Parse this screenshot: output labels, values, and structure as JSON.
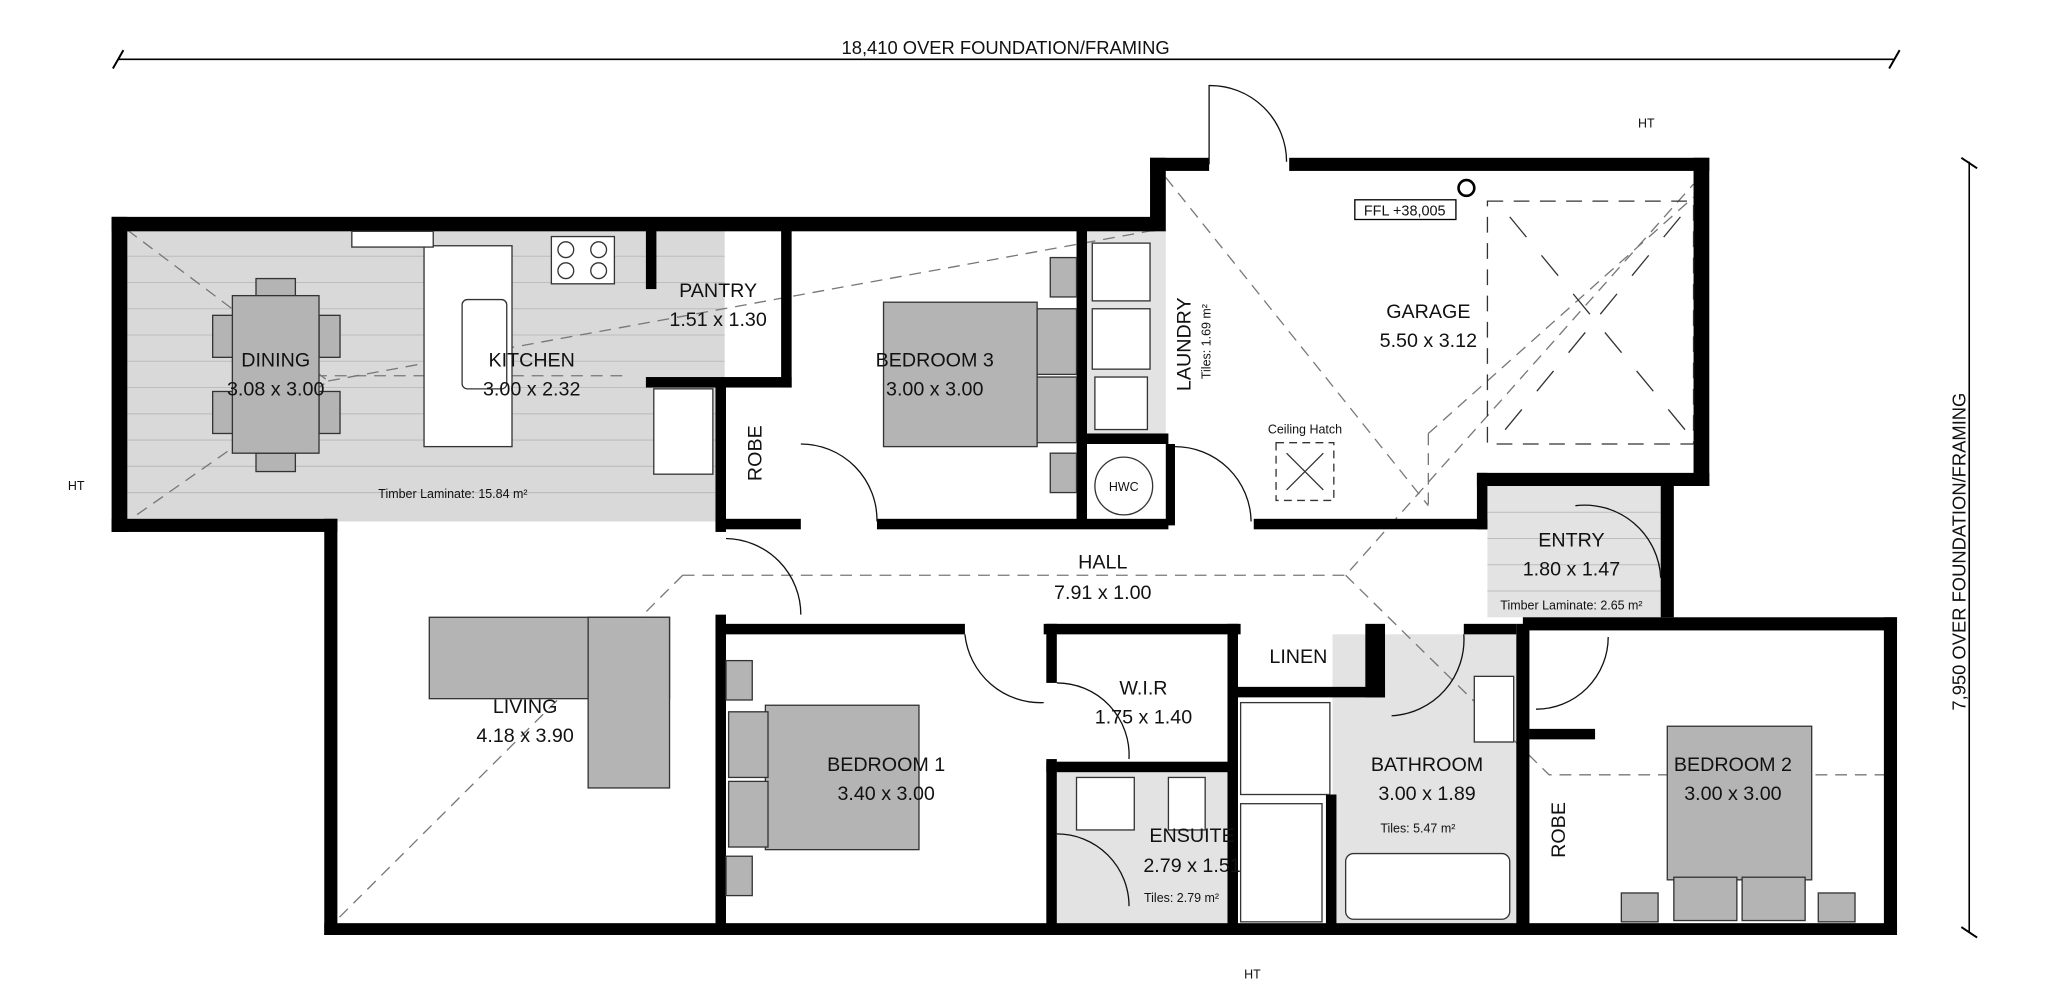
{
  "dimensions": {
    "width": "18,410 OVER FOUNDATION/FRAMING",
    "depth": "7,950 OVER FOUNDATION/FRAMING"
  },
  "rooms": {
    "dining": {
      "name": "DINING",
      "size": "3.08 x 3.00"
    },
    "kitchen": {
      "name": "KITCHEN",
      "size": "3.00 x 2.32"
    },
    "pantry": {
      "name": "PANTRY",
      "size": "1.51 x 1.30"
    },
    "bedroom3": {
      "name": "BEDROOM 3",
      "size": "3.00 x 3.00"
    },
    "laundry": {
      "name": "LAUNDRY",
      "floor": "Tiles: 1.69 m²"
    },
    "garage": {
      "name": "GARAGE",
      "size": "5.50 x 3.12"
    },
    "robe_left": {
      "name": "ROBE"
    },
    "hall": {
      "name": "HALL",
      "size": "7.91 x 1.00"
    },
    "entry": {
      "name": "ENTRY",
      "size": "1.80 x 1.47",
      "floor": "Timber Laminate: 2.65 m²"
    },
    "living": {
      "name": "LIVING",
      "size": "4.18 x 3.90"
    },
    "bedroom1": {
      "name": "BEDROOM 1",
      "size": "3.40 x 3.00"
    },
    "wir": {
      "name": "W.I.R",
      "size": "1.75 x 1.40"
    },
    "linen": {
      "name": "LINEN"
    },
    "ensuite": {
      "name": "ENSUITE",
      "size": "2.79 x 1.51",
      "floor": "Tiles: 2.79 m²"
    },
    "bathroom": {
      "name": "BATHROOM",
      "size": "3.00 x 1.89",
      "floor": "Tiles: 5.47 m²"
    },
    "robe_right": {
      "name": "ROBE"
    },
    "bedroom2": {
      "name": "BEDROOM 2",
      "size": "3.00 x 3.00"
    }
  },
  "annotations": {
    "living_floor": "Timber Laminate: 15.84 m²",
    "ffl": "FFL +38,005",
    "ceiling_hatch": "Ceiling Hatch",
    "hwc": "HWC",
    "ht_left": "HT",
    "ht_top": "HT",
    "ht_bottom": "HT"
  }
}
